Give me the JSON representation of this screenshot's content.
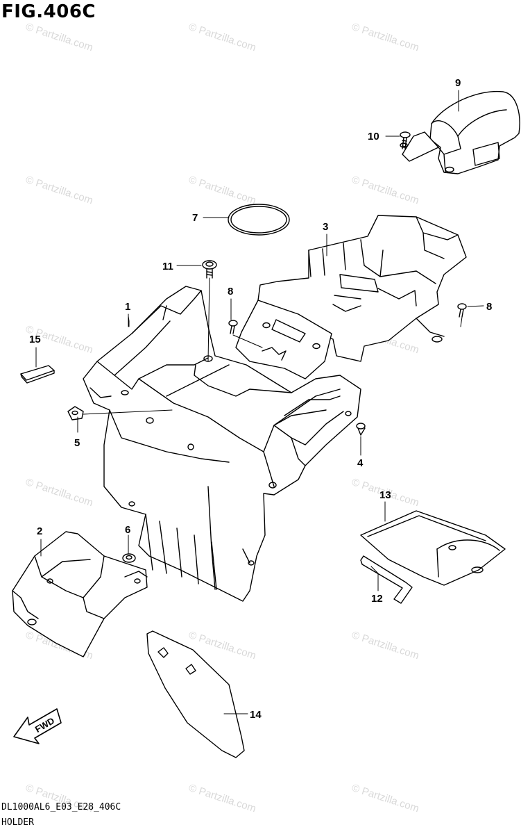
{
  "figure": {
    "title": "FIG.406C",
    "footer_code": "DL1000AL6_E03_E28_406C",
    "footer_name": "HOLDER"
  },
  "watermark": {
    "text": "© Partzilla.com"
  },
  "direction_marker": {
    "label": "FWD"
  },
  "callouts": [
    {
      "id": "c1",
      "label": "1"
    },
    {
      "id": "c2",
      "label": "2"
    },
    {
      "id": "c3",
      "label": "3"
    },
    {
      "id": "c4",
      "label": "4"
    },
    {
      "id": "c5",
      "label": "5"
    },
    {
      "id": "c6",
      "label": "6"
    },
    {
      "id": "c7",
      "label": "7"
    },
    {
      "id": "c8a",
      "label": "8"
    },
    {
      "id": "c8b",
      "label": "8"
    },
    {
      "id": "c9",
      "label": "9"
    },
    {
      "id": "c10",
      "label": "10"
    },
    {
      "id": "c11",
      "label": "11"
    },
    {
      "id": "c12",
      "label": "12"
    },
    {
      "id": "c13",
      "label": "13"
    },
    {
      "id": "c14",
      "label": "14"
    },
    {
      "id": "c15",
      "label": "15"
    }
  ],
  "colors": {
    "line": "#000000",
    "watermark": "#d9d9d9"
  }
}
